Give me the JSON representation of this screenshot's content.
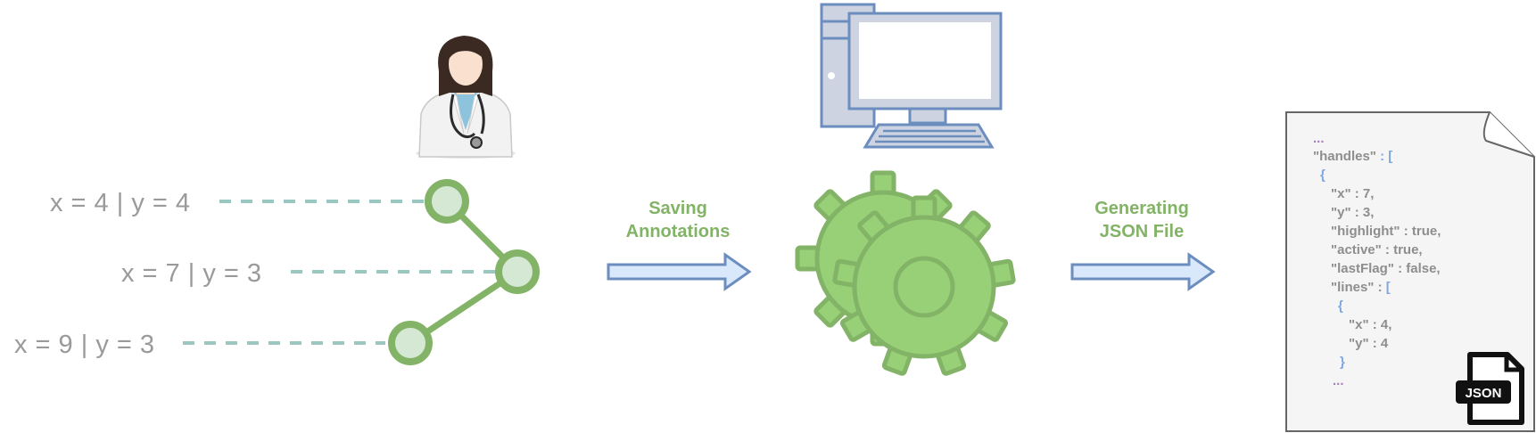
{
  "points": [
    {
      "label": "x = 4 | y = 4"
    },
    {
      "label": "x = 7 | y = 3"
    },
    {
      "label": "x = 9 | y = 3"
    }
  ],
  "steps": {
    "saving_line1": "Saving",
    "saving_line2": "Annotations",
    "generating_line1": "Generating",
    "generating_line2": "JSON File"
  },
  "json_file": {
    "l01": "...",
    "l02_key": "\"handles\"",
    "l02_punc": " : [",
    "l03": "{",
    "l04": "\"x\" : 7,",
    "l05": "\"y\" : 3,",
    "l06": "\"highlight\" : true,",
    "l07": "\"active\" : true,",
    "l08": "\"lastFlag\" : false,",
    "l09_key": "\"lines\" :",
    "l09_punc": " [",
    "l10": "{",
    "l11": "\"x\" : 4,",
    "l12": "\"y\" : 4",
    "l13": "}",
    "l14": "...",
    "badge": "JSON"
  },
  "colors": {
    "handle": "#82b366",
    "handle_fill": "#d5e8d4",
    "dash": "#9ac7bf",
    "arrow_fill": "#dae8fc",
    "arrow_stroke": "#6c8ebf",
    "gear": "#97d077",
    "label_text": "#82b366"
  },
  "icons": {
    "doctor": "doctor-icon",
    "computer": "computer-icon",
    "gears": "gears-icon",
    "document": "document-icon",
    "json_badge": "json-file-icon"
  }
}
